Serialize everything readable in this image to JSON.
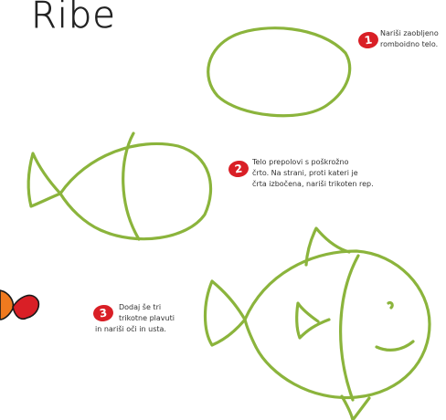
{
  "title": "Ribe",
  "colors": {
    "badge": "#d91f26",
    "pencil": "#8bb43c",
    "crop_fish_body": "#f07a1f",
    "crop_fish_tail": "#d91f26"
  },
  "steps": [
    {
      "number": "1",
      "lines": [
        "Nariši zaobljeno",
        "romboidno telo."
      ]
    },
    {
      "number": "2",
      "lines": [
        "Telo prepolovi s poškrožno",
        "črto. Na strani, proti kateri je",
        "črta izbočena, nariši trikoten rep."
      ]
    },
    {
      "number": "3",
      "lines": [
        "Dodaj še tri",
        "trikotne plavuti",
        "in nariši oči in usta."
      ]
    }
  ]
}
